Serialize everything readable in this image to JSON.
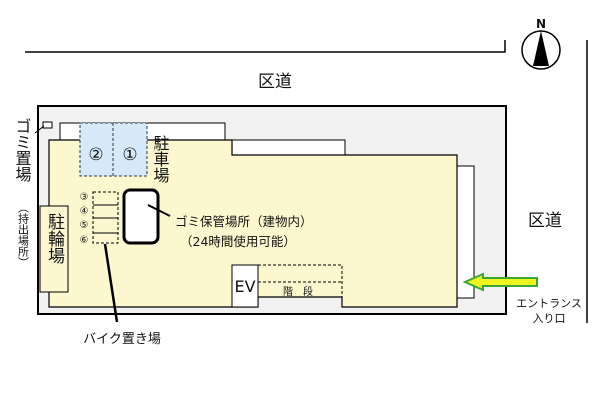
{
  "roads": {
    "top": "区道",
    "right": "区道"
  },
  "compass": {
    "label": "N"
  },
  "parking": {
    "label": "駐車場",
    "spaces": [
      "②",
      "①"
    ]
  },
  "bike_slots": [
    "③",
    "④",
    "⑤",
    "⑥"
  ],
  "bike_area_label": "バイク置き場",
  "garbage_storage": {
    "line1": "ゴミ保管場所（建物内）",
    "line2": "（24時間使用可能）"
  },
  "garbage_area": {
    "label": "ゴミ置場",
    "sub": "（持出場所）"
  },
  "bicycle_parking": "駐輪場",
  "elevator": "EV",
  "stairs": "階　段",
  "entrance": {
    "line1": "エントランス",
    "line2": "入り口"
  },
  "colors": {
    "building": "#fcf7cf",
    "lot": "#f1f1f1",
    "parking": "#d6e9f8",
    "arrow_fill": "#f0f520",
    "arrow_stroke": "#3aa635"
  }
}
